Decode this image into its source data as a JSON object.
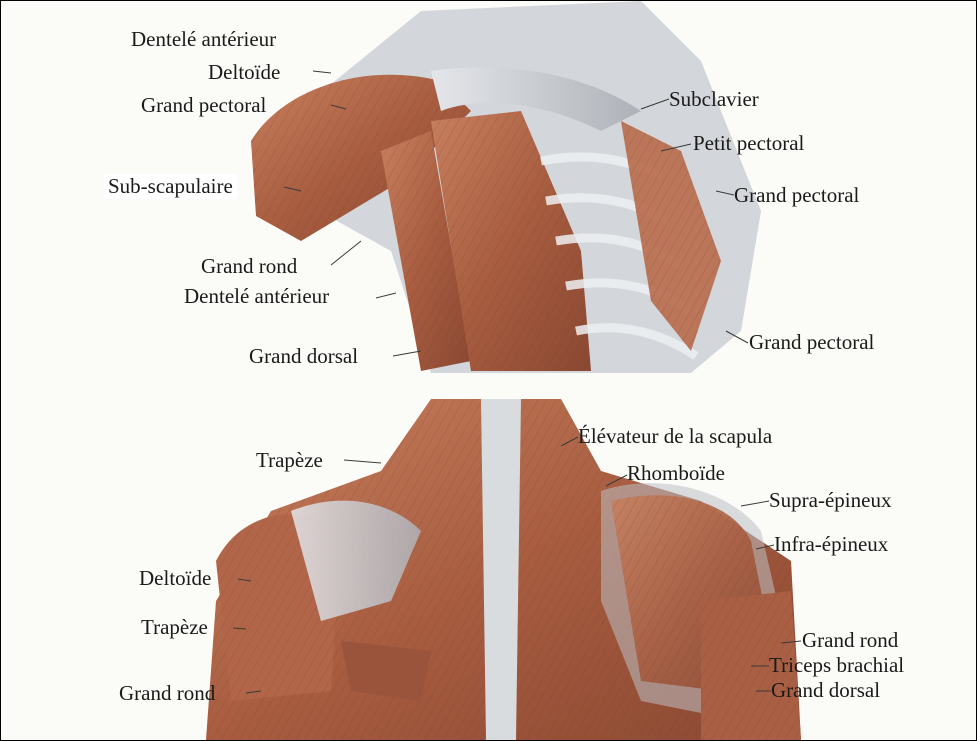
{
  "top_panel": {
    "labels": {
      "dentele_anterieur_top": "Dentelé antérieur",
      "deltoide_top": "Deltoïde",
      "grand_pectoral_left": "Grand pectoral",
      "sub_scapulaire": "Sub-scapulaire",
      "grand_rond_top": "Grand rond",
      "dentele_anterieur_mid": "Dentelé antérieur",
      "grand_dorsal_top": "Grand dorsal",
      "subclavier": "Subclavier",
      "petit_pectoral": "Petit pectoral",
      "grand_pectoral_right": "Grand pectoral",
      "grand_pectoral_lower": "Grand pectoral"
    }
  },
  "bottom_panel": {
    "labels": {
      "trapeze_top": "Trapèze",
      "elevateur": "Élévateur de la scapula",
      "rhomboide": "Rhomboïde",
      "supra_epineux": "Supra-épineux",
      "infra_epineux": "Infra-épineux",
      "deltoide_bottom": "Deltoïde",
      "trapeze_bottom": "Trapèze",
      "grand_rond_left": "Grand rond",
      "grand_rond_right": "Grand rond",
      "triceps": "Triceps brachial",
      "grand_dorsal_bottom": "Grand dorsal"
    }
  },
  "colors": {
    "muscle": "#b5694a",
    "muscle_dark": "#8e4a33",
    "tendon": "#c8cbd0",
    "background": "#fbfbf8"
  }
}
